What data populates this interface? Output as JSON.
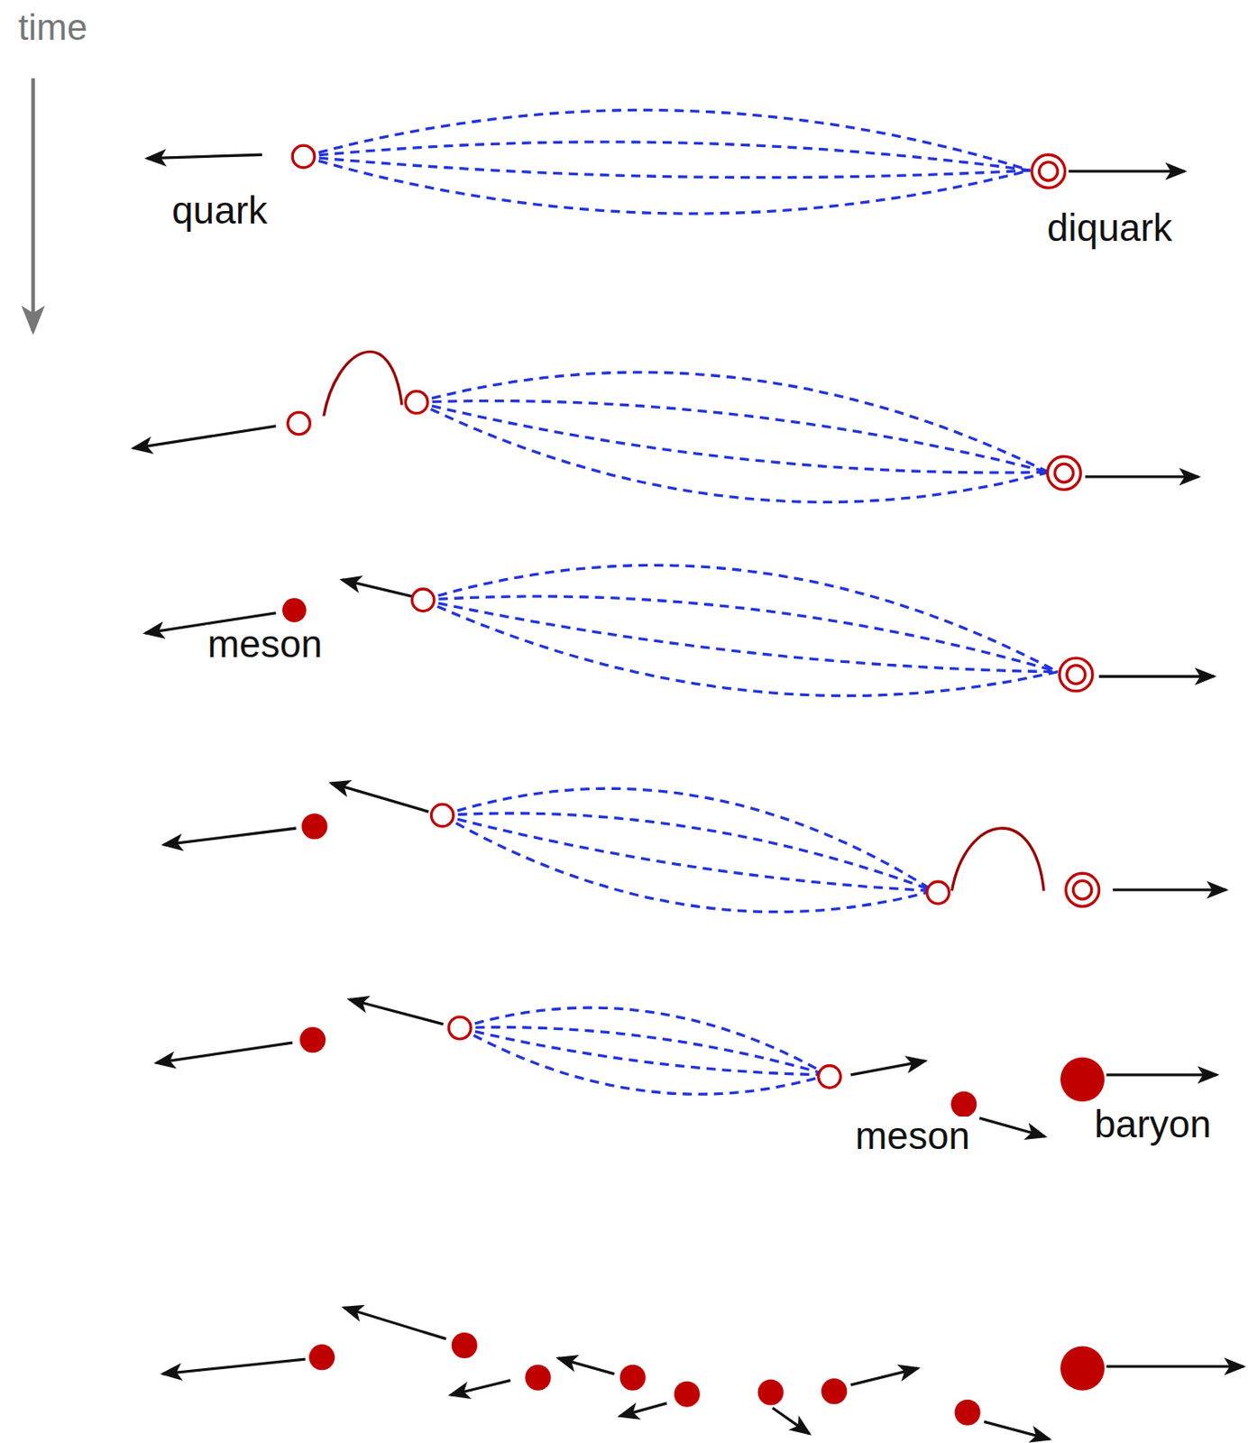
{
  "diagram": {
    "labels": [
      "time",
      "quark",
      "diquark",
      "meson",
      "meson",
      "baryon"
    ]
  }
}
